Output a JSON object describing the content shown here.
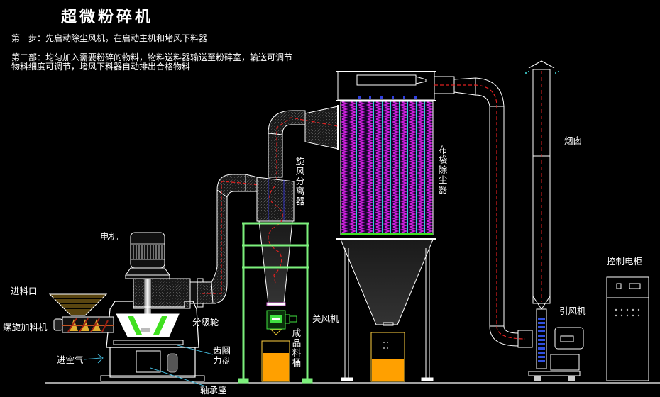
{
  "title": "超微粉碎机",
  "steps": {
    "step1": "第一步：先启动除尘风机，在启动主机和堵风下料器",
    "step2_line1": "第二部：均匀加入需要粉碎的物料，物料送料器输送至粉碎室，输送可调节",
    "step2_line2": "物料细度可调节，堵风下料器自动排出合格物料"
  },
  "labels": {
    "motor": "电机",
    "feed_inlet": "进料口",
    "screw_feeder": "螺旋加料机",
    "air_inlet": "进空气",
    "classifier_wheel": "分级轮",
    "gear_ring": "齿圈",
    "force_plate": "力盘",
    "bearing_seat": "轴承座",
    "cyclone_separator": "旋风分离器",
    "airlock_valve": "关风机",
    "product_bucket": "成品料桶",
    "bag_dust_collector": "布袋除尘器",
    "chimney": "烟囱",
    "induced_draft_fan": "引风机",
    "control_cabinet": "控制电柜"
  },
  "colors": {
    "background": "#000000",
    "line": "#ffffff",
    "frame_green": "#7cf07c",
    "material_orange": "#ffa000",
    "filter_magenta": "#d020e0",
    "filter_cyan": "#30d0d0",
    "airflow_red": "#e02020",
    "fan_blue": "#3050e0",
    "rotor_green": "#40e020",
    "hopper_brown": "#8a6a20",
    "leader_cyan": "#40b0d0"
  }
}
